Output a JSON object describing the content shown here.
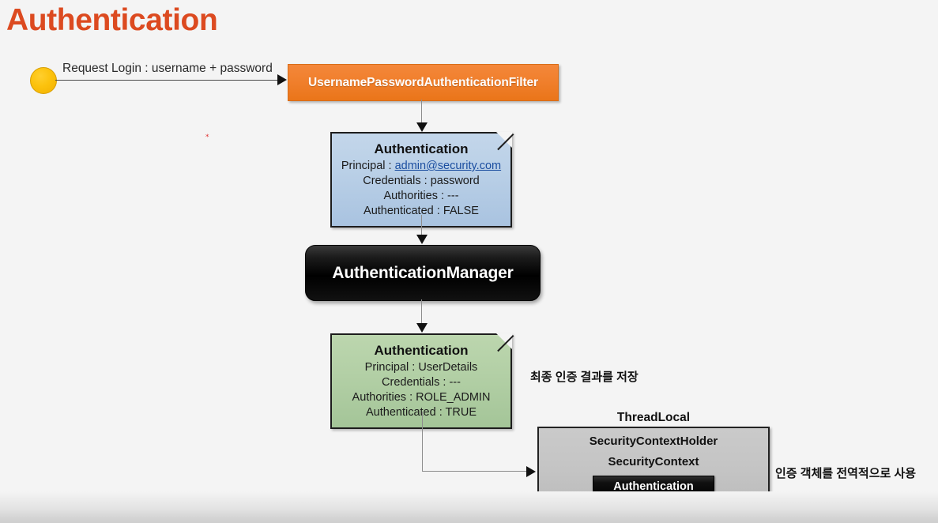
{
  "slide": {
    "title": "Authentication",
    "title_color": "#dc4a20",
    "background_color": "#f4f4f4"
  },
  "flow": {
    "start_node": {
      "name": "client-start",
      "color": "#fcc20d"
    },
    "request_edge_label": "Request Login : username + password",
    "filter": {
      "label": "UsernamePasswordAuthenticationFilter",
      "color": "#f07f2c"
    },
    "manager": {
      "label": "AuthenticationManager",
      "color": "#000000"
    }
  },
  "auth_before": {
    "title": "Authentication",
    "color": "#b8cce4",
    "rows": [
      {
        "label": "Principal :",
        "value": "admin@security.com",
        "is_link": true
      },
      {
        "label": "Credentials :",
        "value": "password",
        "is_link": false
      },
      {
        "label": "Authorities :",
        "value": "---",
        "is_link": false
      },
      {
        "label": "Authenticated :",
        "value": "FALSE",
        "is_link": false
      }
    ]
  },
  "auth_after": {
    "title": "Authentication",
    "color": "#b2cfa5",
    "rows": [
      {
        "label": "Principal :",
        "value": "UserDetails",
        "is_link": false
      },
      {
        "label": "Credentials :",
        "value": "---",
        "is_link": false
      },
      {
        "label": "Authorities :",
        "value": "ROLE_ADMIN",
        "is_link": false
      },
      {
        "label": "Authenticated :",
        "value": "TRUE",
        "is_link": false
      }
    ]
  },
  "thread_local": {
    "caption": "ThreadLocal",
    "holder": "SecurityContextHolder",
    "context": "SecurityContext",
    "chip": "Authentication",
    "color": "#c4c4c4"
  },
  "annotations": {
    "store_result": "최종 인증 결과를 저장",
    "global_usage": "인증 객체를 전역적으로 사용",
    "red_mark": "*"
  }
}
